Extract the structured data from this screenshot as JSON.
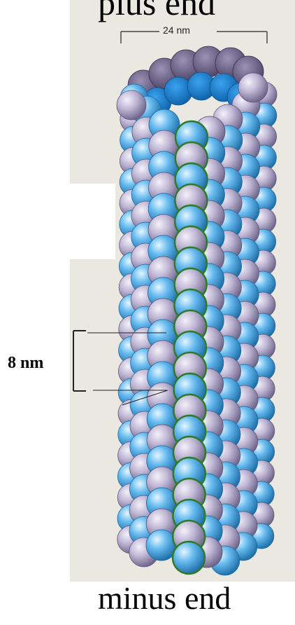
{
  "labels": {
    "plus_end": "plus end",
    "minus_end": "minus end",
    "width": "24 nm",
    "spacing": "8 nm"
  },
  "colors": {
    "alpha_subunit": "#c1b9d6",
    "beta_subunit": "#64b9ee",
    "protofilament_outline": "#2f7a28",
    "paper_background": "#ebe8e2"
  },
  "structure": {
    "subunit_rows": 22,
    "subunits_per_row_visible": 8
  }
}
